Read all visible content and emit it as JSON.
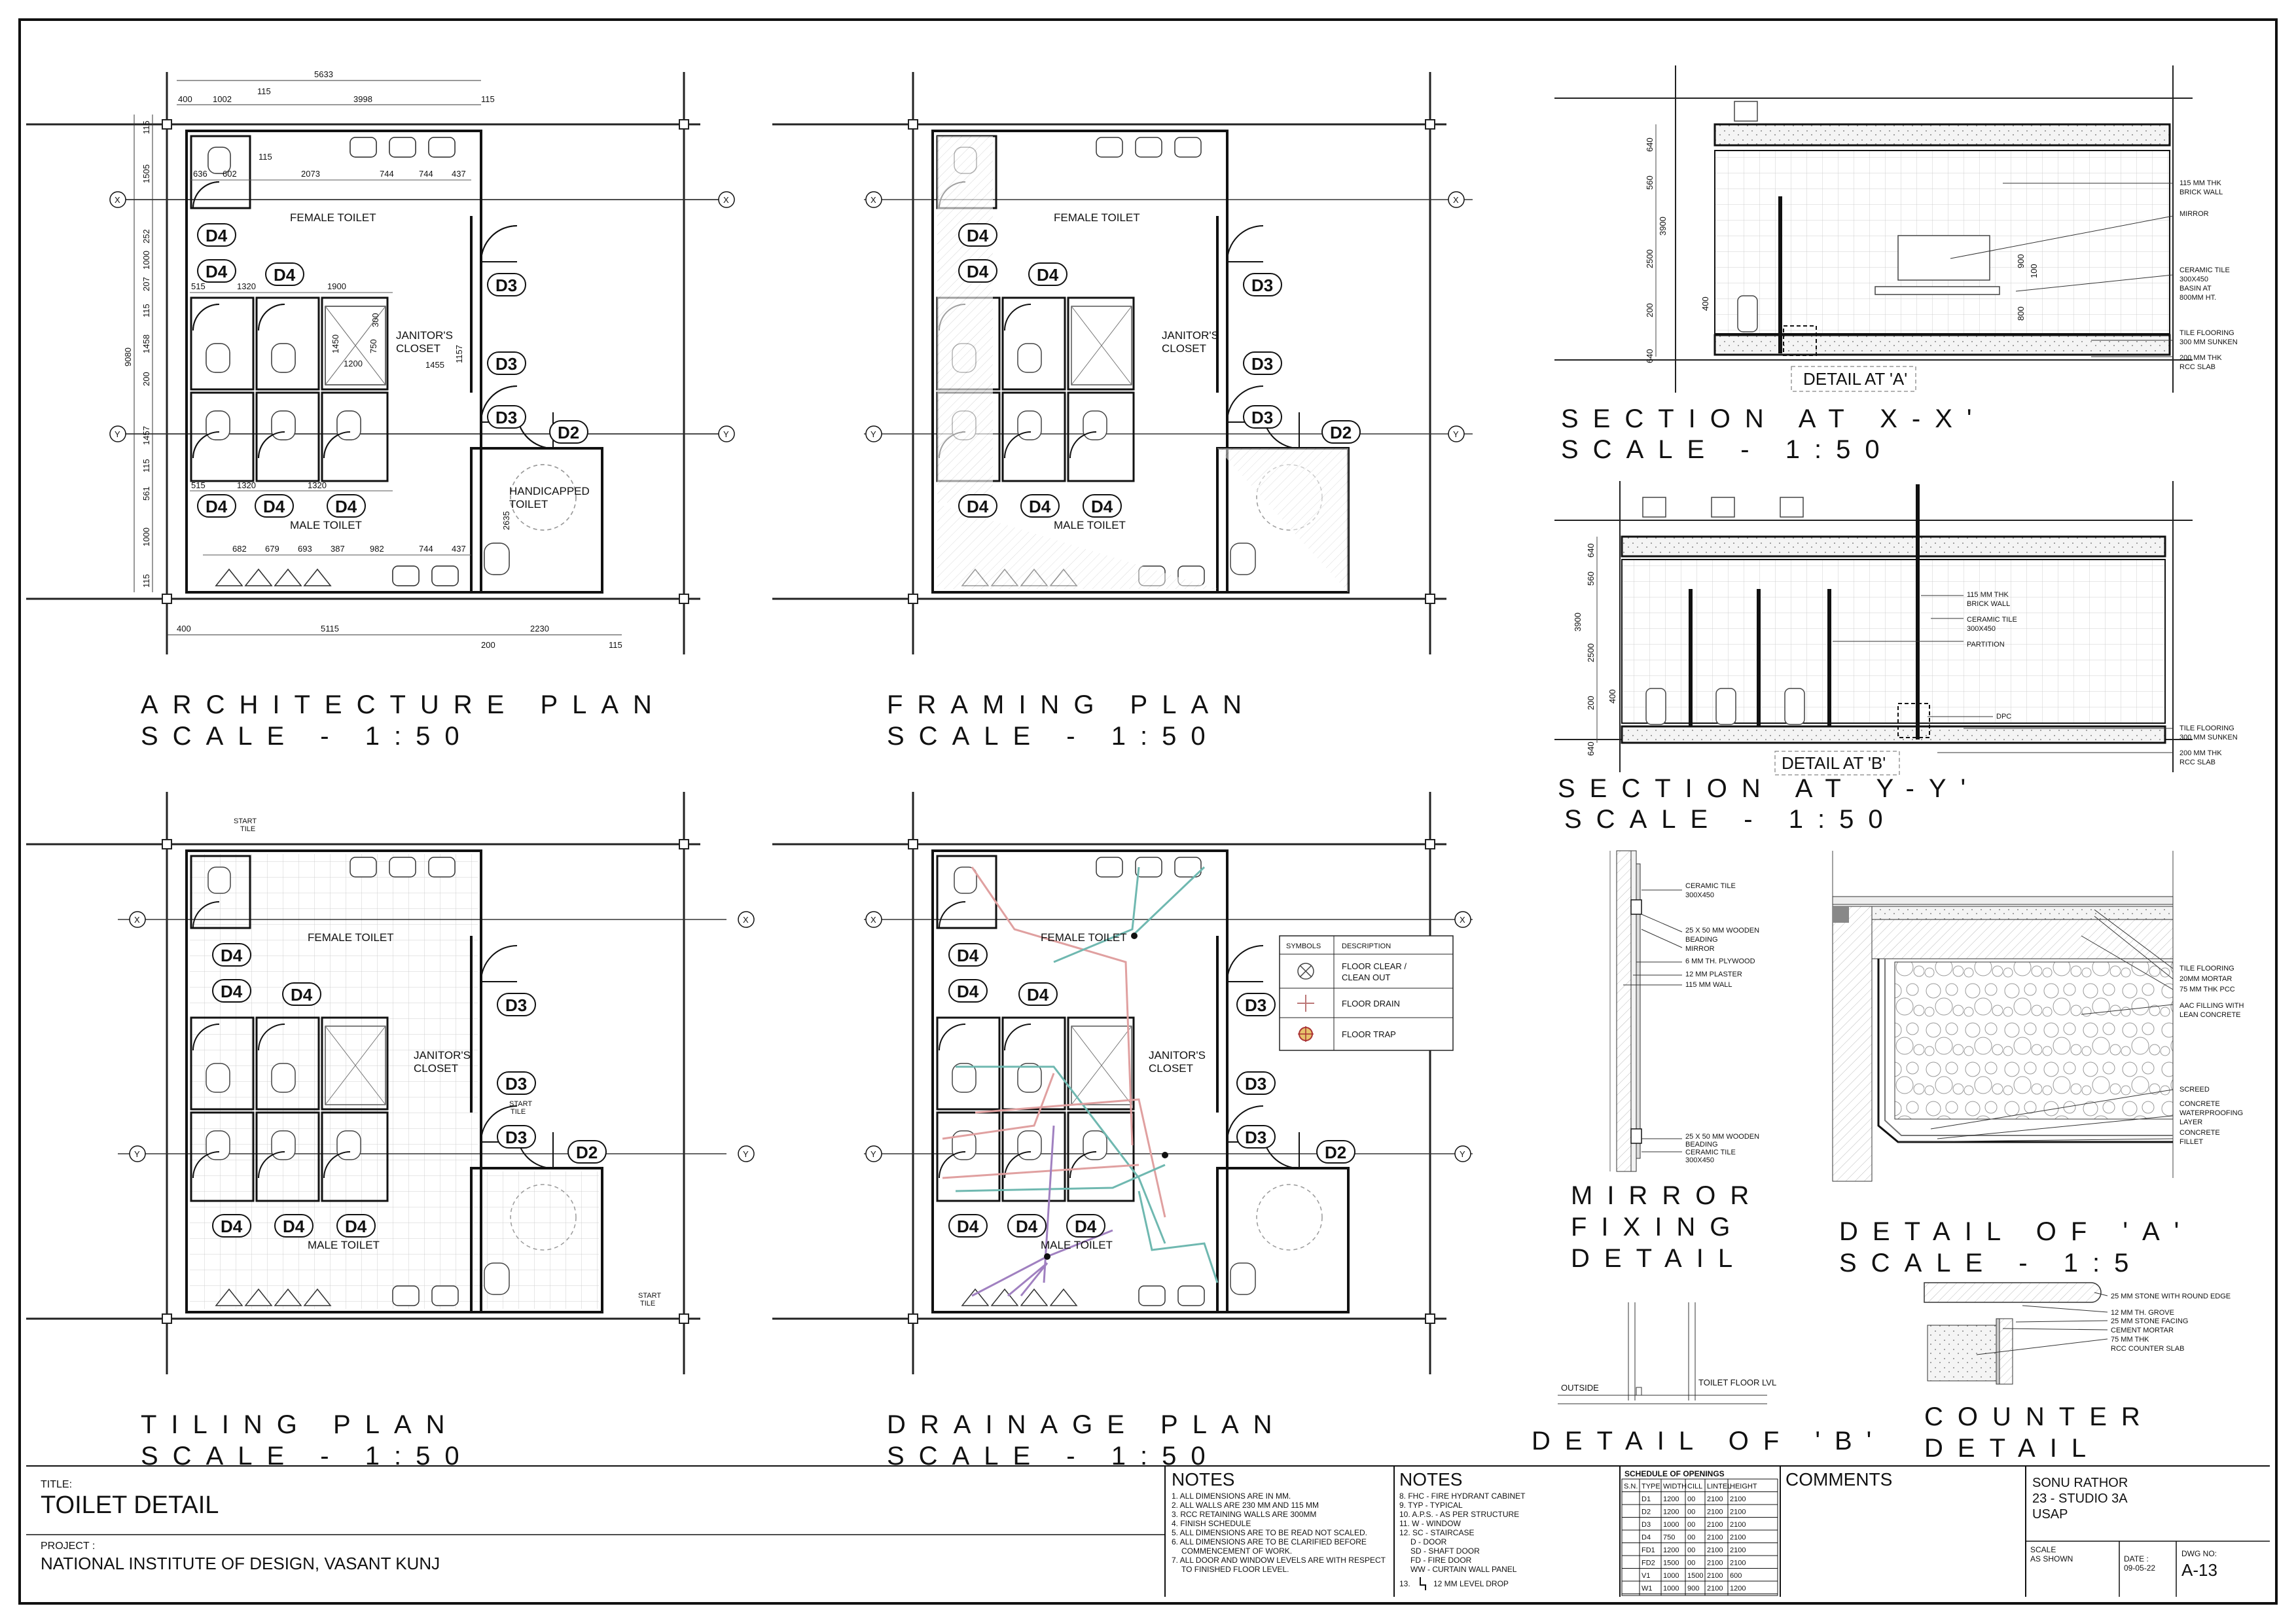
{
  "sheet": {
    "title_label": "TITLE:",
    "title": "TOILET DETAIL",
    "project_label": "PROJECT :",
    "project": "NATIONAL INSTITUTE OF DESIGN, VASANT KUNJ",
    "author": "SONU RATHOR",
    "studio": "23 - STUDIO 3A",
    "school": "USAP",
    "scale_label": "SCALE",
    "scale_value": "AS SHOWN",
    "date_label": "DATE :",
    "date_value": "09-05-22",
    "dwg_label": "DWG NO:",
    "dwg_value": "A-13",
    "comments_label": "COMMENTS"
  },
  "drawings": {
    "arch_title": "ARCHITECTURE PLAN",
    "arch_scale": "SCALE - 1:50",
    "framing_title": "FRAMING PLAN",
    "framing_scale": "SCALE - 1:50",
    "tiling_title": "TILING PLAN",
    "tiling_scale": "SCALE - 1:50",
    "drainage_title": "DRAINAGE PLAN",
    "drainage_scale": "SCALE - 1:50",
    "secx_title": "SECTION AT X-X'",
    "secx_scale": "SCALE - 1:50",
    "secy_title": "SECTION AT Y-Y'",
    "secy_scale": "SCALE - 1:50",
    "mirror_title1": "MIRROR",
    "mirror_title2": "FIXING",
    "mirror_title3": "DETAIL",
    "detA_title": "DETAIL OF 'A'",
    "detA_scale": "SCALE - 1:5",
    "detB_title": "DETAIL OF 'B'",
    "counter_title1": "COUNTER",
    "counter_title2": "DETAIL"
  },
  "rooms": {
    "female": "FEMALE TOILET",
    "male": "MALE TOILET",
    "janitor1": "JANITOR'S",
    "janitor2": "CLOSET",
    "handicap1": "HANDICAPPED",
    "handicap2": "TOILET"
  },
  "doors": {
    "d2": "D2",
    "d3": "D3",
    "d4": "D4"
  },
  "grid": {
    "x": "X",
    "y": "Y"
  },
  "arch_dims": {
    "top_total": "5633",
    "t400": "400",
    "t1002": "1002",
    "t115a": "115",
    "t3998": "3998",
    "t115b": "115",
    "r636": "636",
    "r602": "602",
    "r115": "115",
    "r2073": "2073",
    "r744a": "744",
    "r744b": "744",
    "r437": "437",
    "r515": "515",
    "r1320": "1320",
    "r1900": "1900",
    "r300": "300",
    "r1450": "1450",
    "r750": "750",
    "r1200": "1200",
    "r1455": "1455",
    "r1157": "1157",
    "m515": "515",
    "m1320a": "1320",
    "m1320b": "1320",
    "b682": "682",
    "b679": "679",
    "b693": "693",
    "b387": "387",
    "b982": "982",
    "b744": "744",
    "b437": "437",
    "bot400": "400",
    "bot5115": "5115",
    "bot200": "200",
    "bot2230": "2230",
    "bot115": "115",
    "v115a": "115",
    "v1505": "1505",
    "v252": "252",
    "v1000a": "1000",
    "v207": "207",
    "v115b": "115",
    "v1458": "1458",
    "v200": "200",
    "v1457": "1457",
    "v115c": "115",
    "v561": "561",
    "v1000b": "1000",
    "v115d": "115",
    "v9080": "9080",
    "v2635": "2635"
  },
  "section_x": {
    "wall": "115 MM THK",
    "wall2": "BRICK WALL",
    "mirror": "MIRROR",
    "tile1": "CERAMIC TILE",
    "tile2": "300X450",
    "basin1": "BASIN AT",
    "basin2": "800MM HT.",
    "floor": "TILE FLOORING",
    "sunken": "300 MM SUNKEN",
    "slab": "200 MM THK",
    "slab2": "RCC SLAB",
    "detail": "DETAIL AT 'A'",
    "d640a": "640",
    "d560": "560",
    "d3900": "3900",
    "d2500": "2500",
    "d400": "400",
    "d200": "200",
    "d640b": "640",
    "d900": "900",
    "d100": "100",
    "d800": "800"
  },
  "section_y": {
    "wall": "115 MM THK",
    "wall2": "BRICK WALL",
    "tile1": "CERAMIC TILE",
    "tile2": "300X450",
    "partition": "PARTITION",
    "dpc": "DPC",
    "floor": "TILE FLOORING",
    "sunken": "300 MM SUNKEN",
    "slab": "200 MM THK",
    "slab2": "RCC SLAB",
    "detail": "DETAIL AT 'B'",
    "d640a": "640",
    "d560": "560",
    "d3900": "3900",
    "d2500": "2500",
    "d400": "400",
    "d200": "200",
    "d640b": "640"
  },
  "mirror_detail": {
    "l1": "CERAMIC TILE",
    "l2": "300X450",
    "l3": "25 X 50 MM WOODEN",
    "l4": "BEADING",
    "l5": "MIRROR",
    "l6": "6 MM TH. PLYWOOD",
    "l7": "12 MM PLASTER",
    "l8": "115 MM WALL",
    "l9": "25 X 50 MM WOODEN",
    "l10": "BEADING",
    "l11": "CERAMIC TILE",
    "l12": "300X450"
  },
  "detail_a": {
    "l1": "TILE FLOORING",
    "l2": "20MM MORTAR",
    "l3": "75 MM THK PCC",
    "l4": "AAC FILLING WITH",
    "l5": "LEAN CONCRETE",
    "l6": "SCREED",
    "l7": "CONCRETE",
    "l8": "WATERPROOFING",
    "l9": "LAYER",
    "l10": "CONCRETE",
    "l11": "FILLET"
  },
  "detail_b": {
    "outside": "OUTSIDE",
    "floor": "TOILET FLOOR LVL"
  },
  "counter": {
    "l1": "25 MM STONE WITH ROUND EDGE",
    "l2": "12 MM TH. GROVE",
    "l3": "25 MM STONE FACING",
    "l4": "CEMENT MORTAR",
    "l5": "75 MM THK",
    "l6": "RCC COUNTER SLAB"
  },
  "tiling": {
    "start": "START",
    "tile": "TILE"
  },
  "legend": {
    "h1": "SYMBOLS",
    "h2": "DESCRIPTION",
    "r1a": "FLOOR CLEAR /",
    "r1b": "CLEAN OUT",
    "r2": "FLOOR DRAIN",
    "r3": "FLOOR TRAP"
  },
  "notes1": {
    "heading": "NOTES",
    "n1": "1. ALL DIMENSIONS ARE IN MM.",
    "n2": "2. ALL WALLS ARE 230 MM AND 115 MM",
    "n3": "3. RCC RETAINING WALLS ARE 300MM",
    "n4": "4. FINISH SCHEDULE",
    "n5": "5. ALL DIMENSIONS ARE TO BE READ NOT SCALED.",
    "n6": "6. ALL DIMENSIONS ARE TO BE CLARIFIED BEFORE",
    "n6b": "COMMENCEMENT OF WORK.",
    "n7": "7. ALL DOOR AND WINDOW LEVELS ARE WITH RESPECT",
    "n7b": "TO FINISHED FLOOR LEVEL."
  },
  "notes2": {
    "heading": "NOTES",
    "n8": "8. FHC - FIRE HYDRANT CABINET",
    "n9": "9. TYP - TYPICAL",
    "n10": "10. A.P.S. - AS PER STRUCTURE",
    "n11": "11. W - WINDOW",
    "n12": "12. SC - STAIRCASE",
    "n12a": "D - DOOR",
    "n12b": "SD - SHAFT DOOR",
    "n12c": "FD - FIRE DOOR",
    "n12d": "WW - CURTAIN WALL PANEL",
    "n13": "13.",
    "n13b": "12 MM LEVEL DROP"
  },
  "schedule": {
    "title": "SCHEDULE OF OPENINGS",
    "headers": [
      "S.N.",
      "TYPE",
      "WIDTH",
      "CILL",
      "LINTEL",
      "HEIGHT"
    ],
    "rows": [
      [
        "",
        "D1",
        "1200",
        "00",
        "2100",
        "2100"
      ],
      [
        "",
        "D2",
        "1200",
        "00",
        "2100",
        "2100"
      ],
      [
        "",
        "D3",
        "1000",
        "00",
        "2100",
        "2100"
      ],
      [
        "",
        "D4",
        "750",
        "00",
        "2100",
        "2100"
      ],
      [
        "",
        "FD1",
        "1200",
        "00",
        "2100",
        "2100"
      ],
      [
        "",
        "FD2",
        "1500",
        "00",
        "2100",
        "2100"
      ],
      [
        "",
        "V1",
        "1000",
        "1500",
        "2100",
        "600"
      ],
      [
        "",
        "W1",
        "1000",
        "900",
        "2100",
        "1200"
      ]
    ]
  }
}
